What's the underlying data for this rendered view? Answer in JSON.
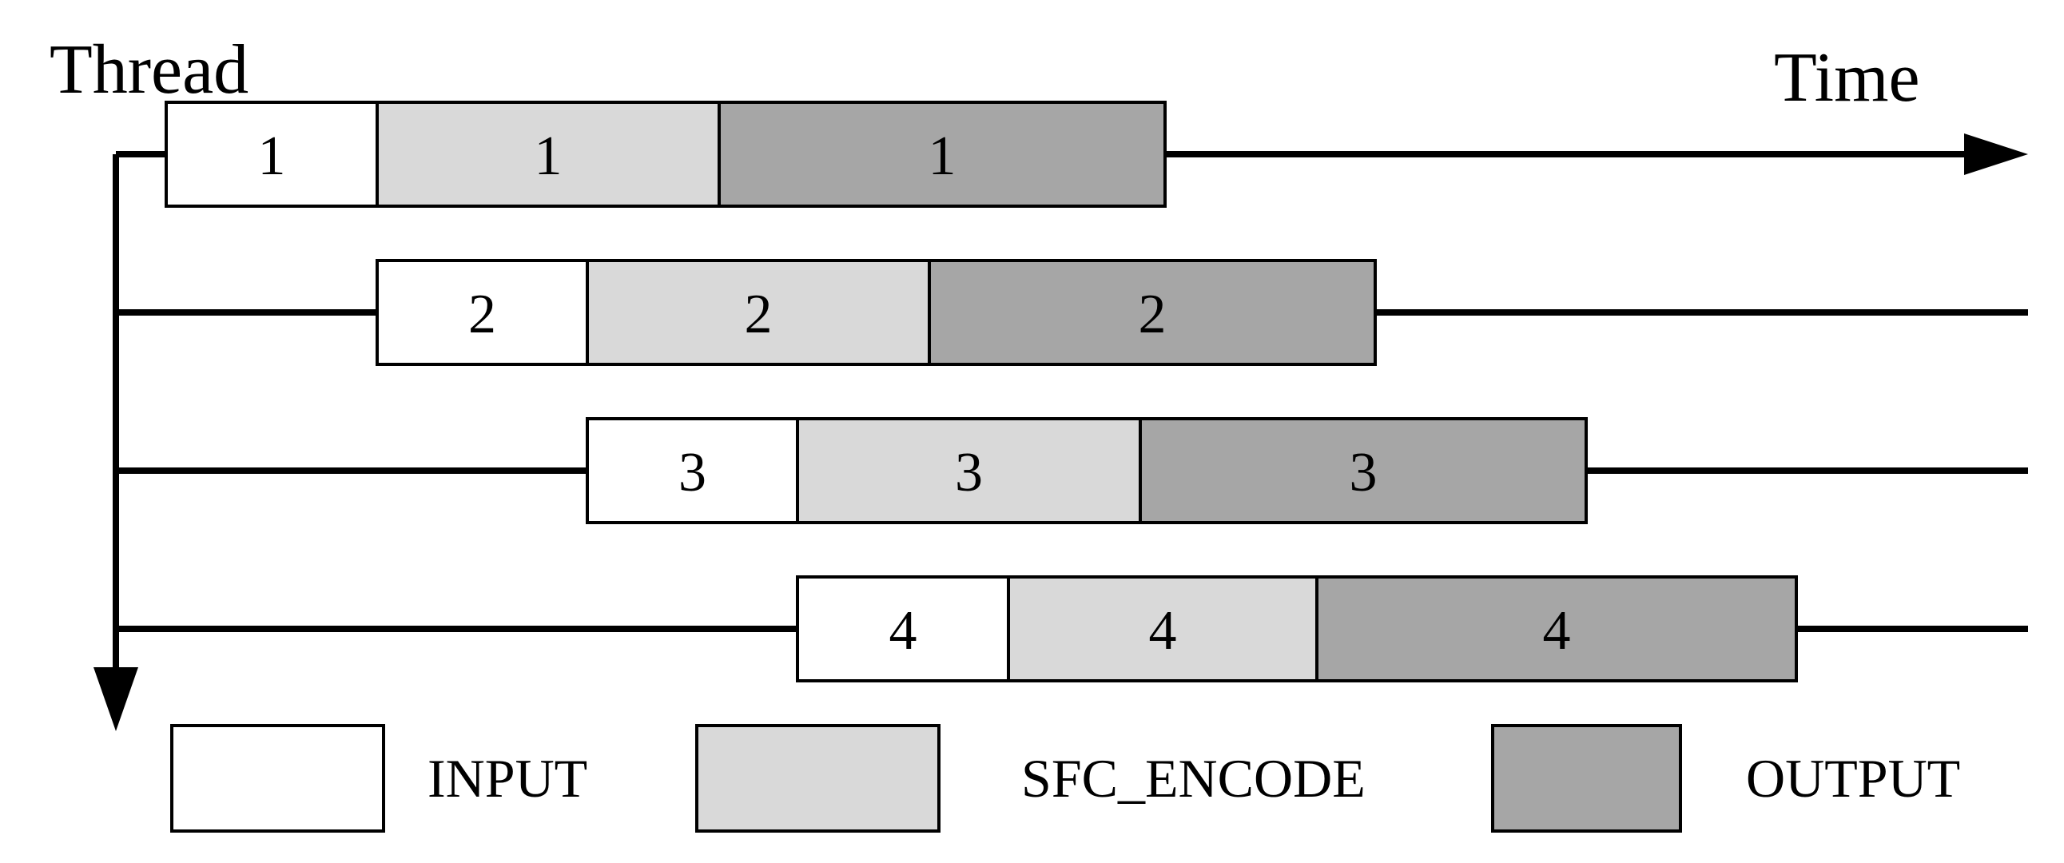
{
  "axes": {
    "y_label": "Thread",
    "x_label": "Time"
  },
  "threads": [
    {
      "id": "1",
      "segments": [
        {
          "phase": "input",
          "label": "1"
        },
        {
          "phase": "sfc_encode",
          "label": "1"
        },
        {
          "phase": "output",
          "label": "1"
        }
      ]
    },
    {
      "id": "2",
      "segments": [
        {
          "phase": "input",
          "label": "2"
        },
        {
          "phase": "sfc_encode",
          "label": "2"
        },
        {
          "phase": "output",
          "label": "2"
        }
      ]
    },
    {
      "id": "3",
      "segments": [
        {
          "phase": "input",
          "label": "3"
        },
        {
          "phase": "sfc_encode",
          "label": "3"
        },
        {
          "phase": "output",
          "label": "3"
        }
      ]
    },
    {
      "id": "4",
      "segments": [
        {
          "phase": "input",
          "label": "4"
        },
        {
          "phase": "sfc_encode",
          "label": "4"
        },
        {
          "phase": "output",
          "label": "4"
        }
      ]
    }
  ],
  "legend": [
    {
      "phase": "input",
      "label": "INPUT"
    },
    {
      "phase": "sfc_encode",
      "label": "SFC_ENCODE"
    },
    {
      "phase": "output",
      "label": "OUTPUT"
    }
  ],
  "colors": {
    "input": "#ffffff",
    "sfc_encode": "#d9d9d9",
    "output": "#a6a6a6",
    "stroke": "#000000"
  }
}
